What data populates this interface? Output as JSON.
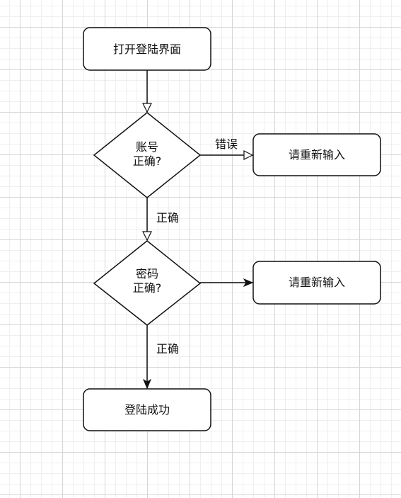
{
  "diagram": {
    "nodes": {
      "open_login": {
        "label": "打开登陆界面"
      },
      "account_check": {
        "line1": "账号",
        "line2": "正确?"
      },
      "reenter_1": {
        "label": "请重新输入"
      },
      "password_check": {
        "line1": "密码",
        "line2": "正确?"
      },
      "reenter_2": {
        "label": "请重新输入"
      },
      "login_success": {
        "label": "登陆成功"
      }
    },
    "edges": {
      "account_wrong": {
        "label": "错误"
      },
      "account_correct": {
        "label": "正确"
      },
      "password_correct": {
        "label": "正确"
      }
    }
  }
}
